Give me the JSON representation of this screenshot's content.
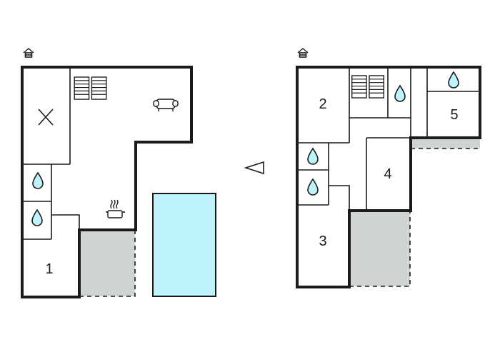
{
  "floor_plans": [
    {
      "id": "ground-floor",
      "rooms": [
        {
          "key": "bedroom-1",
          "label": "1"
        }
      ],
      "icons": [
        "entrance-icon",
        "window-icon",
        "sofa-icon",
        "cooking-pot-icon",
        "bed-x-icon",
        "water-drop-icon",
        "water-drop-icon"
      ],
      "features": [
        "terrace",
        "pool"
      ]
    },
    {
      "id": "upper-floor",
      "rooms": [
        {
          "key": "bedroom-2",
          "label": "2"
        },
        {
          "key": "bedroom-3",
          "label": "3"
        },
        {
          "key": "bedroom-4",
          "label": "4"
        },
        {
          "key": "bedroom-5",
          "label": "5"
        }
      ],
      "icons": [
        "entrance-icon",
        "window-icon",
        "water-drop-icon",
        "water-drop-icon",
        "water-drop-icon",
        "water-drop-icon"
      ],
      "features": [
        "terrace"
      ]
    }
  ],
  "colors": {
    "wall": "#1a1a1a",
    "water": "#bff3fb",
    "terrace": "#d0d3d4",
    "background": "#ffffff"
  },
  "navigation": {
    "icon": "triangle-left-icon"
  }
}
